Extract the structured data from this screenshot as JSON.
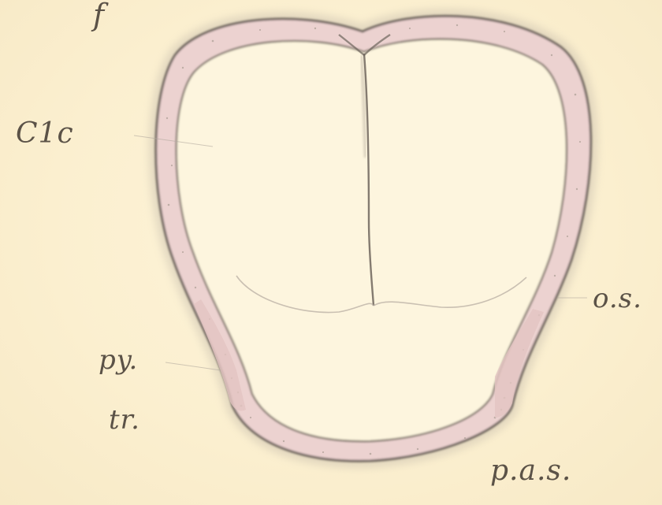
{
  "labels": {
    "f": "f",
    "c1c": "C1c",
    "os": "o.s.",
    "py": "py.",
    "tr": "tr.",
    "pas": "p.a.s."
  },
  "colors": {
    "paper": "#fbf0d2",
    "membrane_fill": "#ecd2d0",
    "outline": "#6e655d",
    "stipple": "#9a8f84",
    "label_ink": "#5b5247"
  }
}
